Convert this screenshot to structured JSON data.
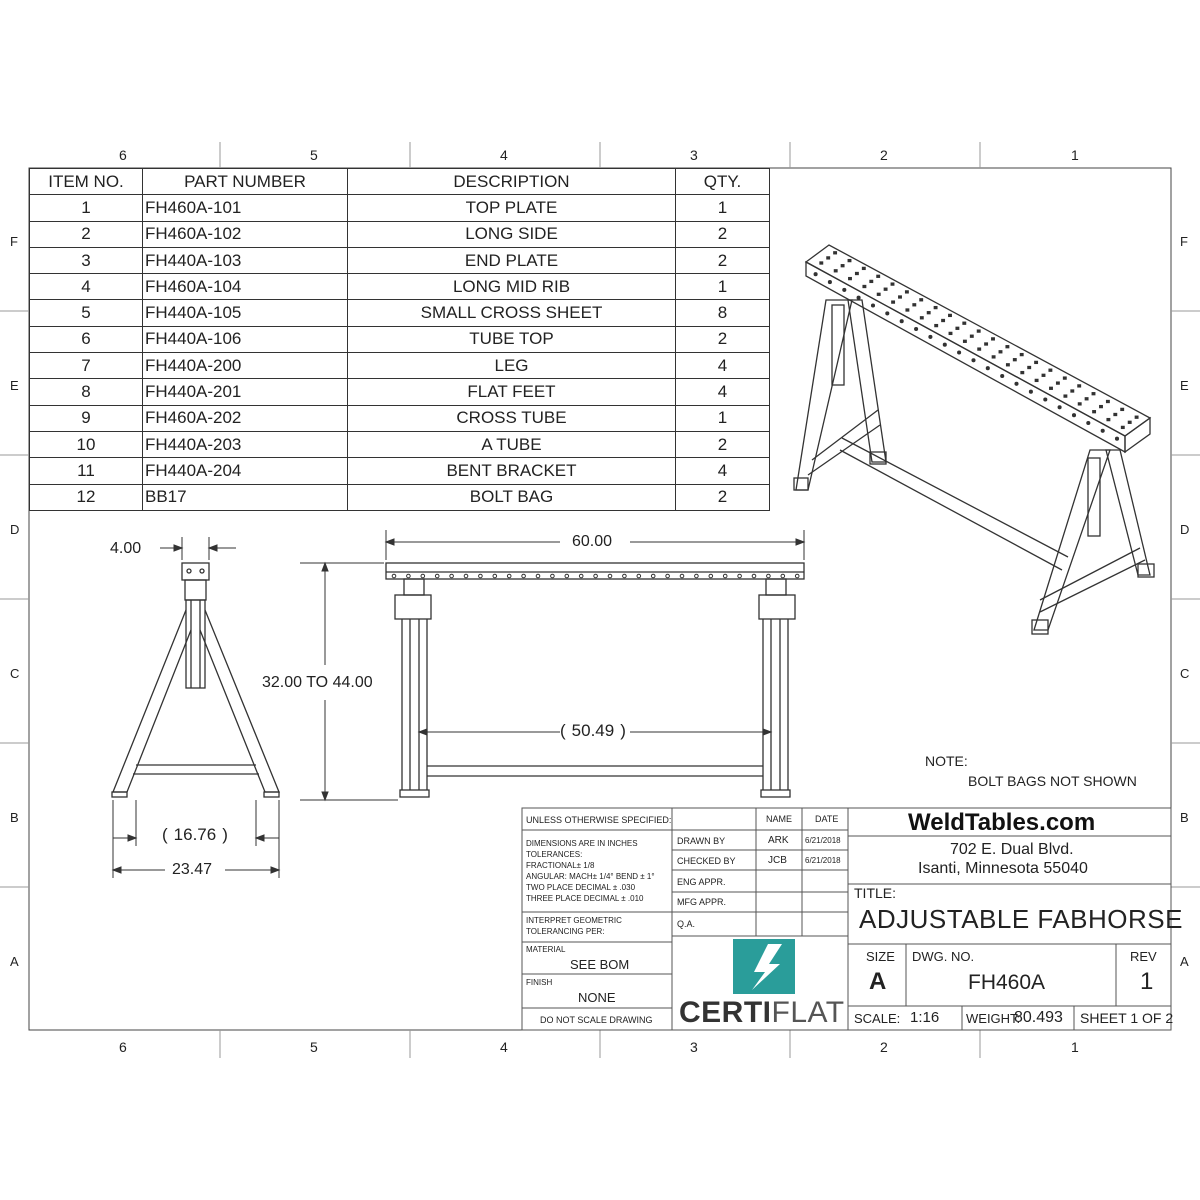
{
  "border": {
    "zones_horizontal": [
      "6",
      "5",
      "4",
      "3",
      "2",
      "1"
    ],
    "zones_vertical": [
      "F",
      "E",
      "D",
      "C",
      "B",
      "A"
    ]
  },
  "bom": {
    "headers": {
      "item": "ITEM NO.",
      "part": "PART NUMBER",
      "desc": "DESCRIPTION",
      "qty": "QTY."
    },
    "rows": [
      {
        "item": "1",
        "part": "FH460A-101",
        "desc": "TOP PLATE",
        "qty": "1"
      },
      {
        "item": "2",
        "part": "FH460A-102",
        "desc": "LONG SIDE",
        "qty": "2"
      },
      {
        "item": "3",
        "part": "FH440A-103",
        "desc": "END PLATE",
        "qty": "2"
      },
      {
        "item": "4",
        "part": "FH460A-104",
        "desc": "LONG MID RIB",
        "qty": "1"
      },
      {
        "item": "5",
        "part": "FH440A-105",
        "desc": "SMALL CROSS SHEET",
        "qty": "8"
      },
      {
        "item": "6",
        "part": "FH440A-106",
        "desc": "TUBE TOP",
        "qty": "2"
      },
      {
        "item": "7",
        "part": "FH440A-200",
        "desc": "LEG",
        "qty": "4"
      },
      {
        "item": "8",
        "part": "FH440A-201",
        "desc": "FLAT FEET",
        "qty": "4"
      },
      {
        "item": "9",
        "part": "FH460A-202",
        "desc": "CROSS TUBE",
        "qty": "1"
      },
      {
        "item": "10",
        "part": "FH440A-203",
        "desc": "A TUBE",
        "qty": "2"
      },
      {
        "item": "11",
        "part": "FH440A-204",
        "desc": "BENT BRACKET",
        "qty": "4"
      },
      {
        "item": "12",
        "part": "BB17",
        "desc": "BOLT BAG",
        "qty": "2"
      }
    ]
  },
  "dimensions": {
    "end_width": "4.00",
    "height": "32.00 TO 44.00",
    "length": "60.00",
    "inner_span": "50.49",
    "foot_inner": "16.76",
    "foot_outer": "23.47"
  },
  "note": {
    "title": "NOTE:",
    "text": "BOLT BAGS NOT SHOWN"
  },
  "title_block": {
    "unless": "UNLESS OTHERWISE SPECIFIED:",
    "name_h": "NAME",
    "date_h": "DATE",
    "dims1": "DIMENSIONS ARE IN INCHES",
    "dims2": "TOLERANCES:",
    "dims3": "FRACTIONAL± 1/8",
    "dims4": "ANGULAR: MACH± 1/4° BEND ± 1°",
    "dims5": "TWO PLACE DECIMAL    ± .030",
    "dims6": "THREE PLACE DECIMAL   ± .010",
    "interp1": "INTERPRET GEOMETRIC",
    "interp2": "TOLERANCING PER:",
    "material_h": "MATERIAL",
    "material": "SEE BOM",
    "finish_h": "FINISH",
    "finish": "NONE",
    "no_scale": "DO NOT SCALE DRAWING",
    "drawn_by": "DRAWN BY",
    "drawn_name": "ARK",
    "drawn_date": "6/21/2018",
    "checked_by": "CHECKED BY",
    "checked_name": "JCB",
    "checked_date": "6/21/2018",
    "eng_appr": "ENG APPR.",
    "mfg_appr": "MFG APPR.",
    "qa": "Q.A.",
    "company": "WeldTables.com",
    "address1": "702 E. Dual Blvd.",
    "address2": "Isanti, Minnesota 55040",
    "title_h": "TITLE:",
    "title": "ADJUSTABLE FABHORSE",
    "size_h": "SIZE",
    "size": "A",
    "dwg_h": "DWG.  NO.",
    "dwg": "FH460A",
    "rev_h": "REV",
    "rev": "1",
    "scale_h": "SCALE:",
    "scale": "1:16",
    "weight_h": "WEIGHT:",
    "weight": "80.493",
    "sheet": "SHEET 1 OF 2",
    "logo_a": "CERTI",
    "logo_b": "FLAT",
    "logo_color": "#2a9d9a"
  }
}
